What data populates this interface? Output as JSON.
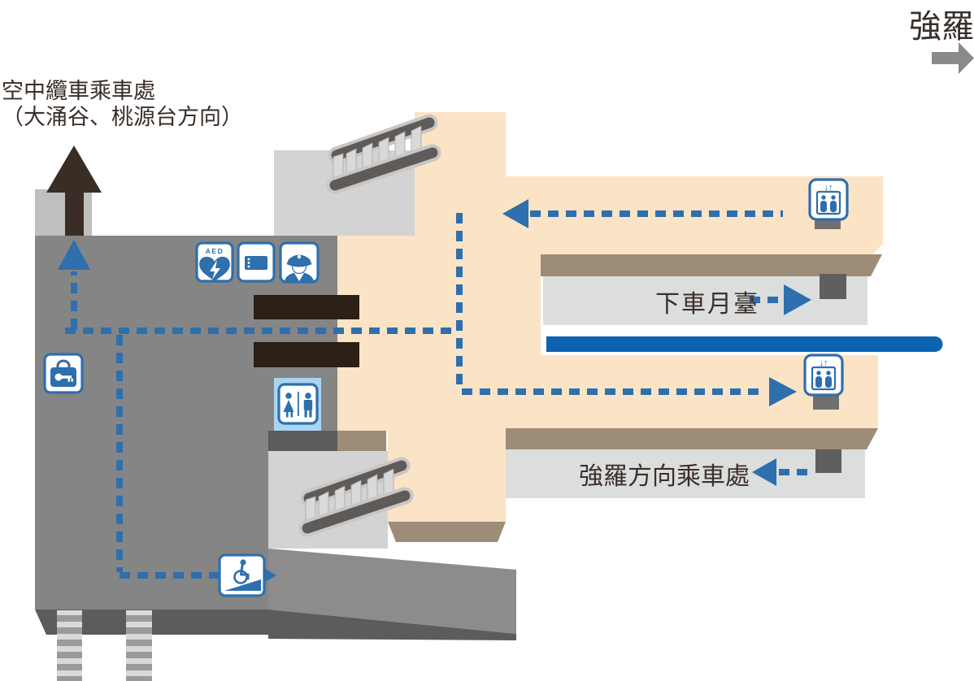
{
  "map": {
    "exit_sign": {
      "line1": "空中纜車乘車處",
      "line2": "（大涌谷、桃源台方向）"
    },
    "direction_sign": "強羅",
    "platforms": {
      "alighting": "下車月臺",
      "boarding_gora": "強羅方向乘車處"
    },
    "icon_labels": {
      "aed": "AED",
      "elevator_arrows": "↓↑"
    },
    "icons": [
      "aed-icon",
      "ticket-gate-icon",
      "station-staff-icon",
      "coin-locker-icon",
      "toilet-icon",
      "wheelchair-ramp-icon",
      "elevator-upper-icon",
      "elevator-lower-icon"
    ],
    "colors": {
      "path_blue": "#2e6fad",
      "track_blue": "#0d63b2",
      "concourse_beige": "#fbe3c5",
      "platform_gray": "#dcdddd",
      "building_gray": "#858585",
      "edge_brown": "#9d8c77",
      "gate_dark": "#2c1f15",
      "text_dark": "#3a2f2a",
      "toilet_bg": "#a9d5f2",
      "gray_arrow": "#8a8a8a"
    }
  }
}
